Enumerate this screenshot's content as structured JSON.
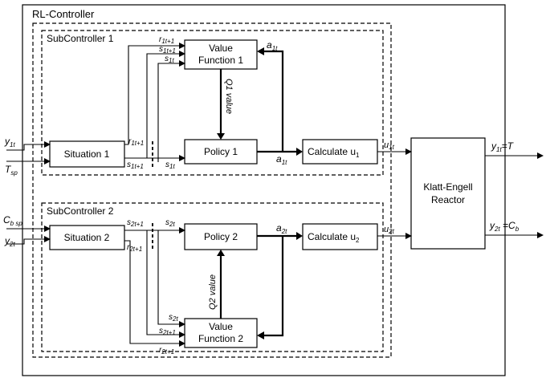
{
  "title": "RL-Controller",
  "sub1": {
    "label": "SubController 1",
    "situation": "Situation 1",
    "value_fn": [
      "Value",
      "Function 1"
    ],
    "policy": "Policy 1",
    "calculate": "Calculate u",
    "calc_sub": "1",
    "q_label": "Q1 value"
  },
  "sub2": {
    "label": "SubController 2",
    "situation": "Situation 2",
    "value_fn": [
      "Value",
      "Function 2"
    ],
    "policy": "Policy 2",
    "calculate": "Calculate u",
    "calc_sub": "2",
    "q_label": "Q2 value"
  },
  "reactor": [
    "Klatt-Engell",
    "Reactor"
  ],
  "signals": {
    "y1t": {
      "main": "y",
      "sub": "1t"
    },
    "tsp": {
      "main": "T",
      "sub": "sp"
    },
    "cbsp": {
      "main": "C",
      "sub": "b sp"
    },
    "y2t": {
      "main": "y",
      "sub": "2t"
    },
    "r1t1_top": {
      "main": "r",
      "sub": "1t+1"
    },
    "s1t1_top": {
      "main": "s",
      "sub": "1t+1"
    },
    "s1t_top": {
      "main": "s",
      "sub": "1t"
    },
    "r1t1_left": {
      "main": "r",
      "sub": "1t+1"
    },
    "s1t1_bottom": {
      "main": "s",
      "sub": "1t+1"
    },
    "s1t_bottom": {
      "main": "s",
      "sub": "1t"
    },
    "a1t_top": {
      "main": "a",
      "sub": "1t"
    },
    "a1t_bottom": {
      "main": "a",
      "sub": "1t"
    },
    "u1t": {
      "main": "u",
      "sub": "1t"
    },
    "s2t1_top": {
      "main": "s",
      "sub": "2t+1"
    },
    "s2t_top": {
      "main": "s",
      "sub": "2t"
    },
    "r2t1_left": {
      "main": "r",
      "sub": "2t+1"
    },
    "a2t": {
      "main": "a",
      "sub": "2t"
    },
    "u2t": {
      "main": "u",
      "sub": "2t"
    },
    "s2t_bottom": {
      "main": "s",
      "sub": "2t"
    },
    "s2t1_bottom": {
      "main": "s",
      "sub": "2t+1"
    },
    "r2t1_bottom": {
      "main": "r",
      "sub": "2t+1"
    },
    "out1": {
      "main": "y",
      "sub": "1t",
      "rest": "=T"
    },
    "out2": {
      "main": "y",
      "sub": "2t",
      "rest": " =C",
      "rest_sub": "b"
    }
  }
}
